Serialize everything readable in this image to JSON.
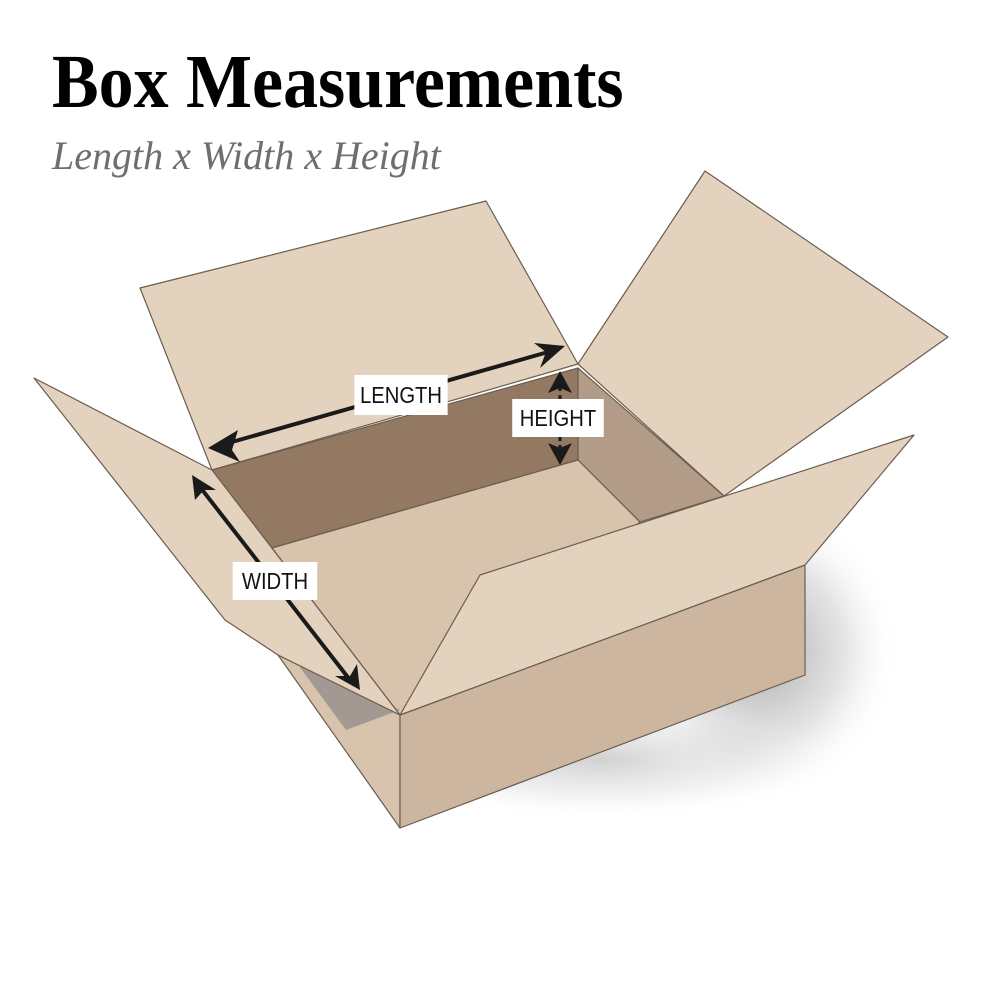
{
  "header": {
    "title": "Box Measurements",
    "subtitle": "Length x Width x Height"
  },
  "labels": {
    "length": "LENGTH",
    "width": "WIDTH",
    "height": "HEIGHT"
  },
  "colors": {
    "flap": "#e3d3be",
    "inner_back_wall": "#937862",
    "inner_right_wall": "#b39c87",
    "inner_floor": "#d8c3ad",
    "front_side": "#ccb6a0",
    "left_side": "#d8c4ac",
    "edge": "#6b5d50",
    "arrow": "#1a1a1a",
    "title": "#000000",
    "subtitle": "#6e6e6e"
  }
}
